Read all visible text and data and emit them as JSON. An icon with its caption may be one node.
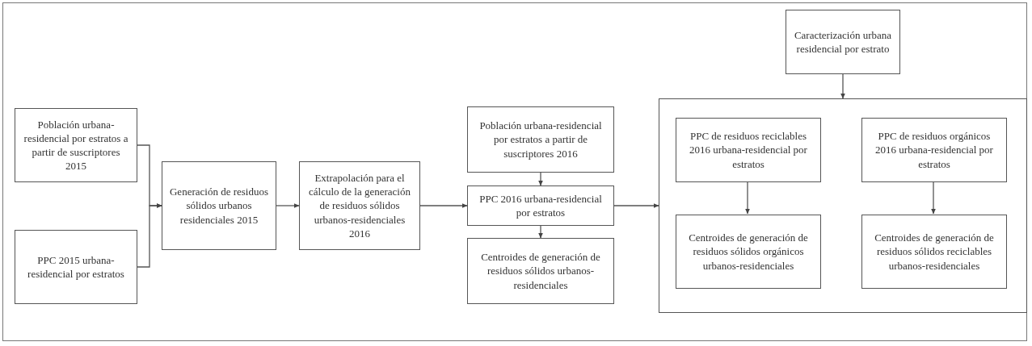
{
  "diagram": {
    "nodes": [
      {
        "text": [
          "Población urbana-residencial por estratos a partir de suscriptores 2015"
        ]
      },
      {
        "text": [
          "PPC 2015 urbana-residencial por estratos"
        ]
      },
      {
        "text": [
          "Generación de residuos sólidos urbanos residenciales 2015"
        ]
      },
      {
        "text": [
          "Extrapolación para el cálculo de la generación de residuos sólidos urbanos-residenciales 2016"
        ]
      },
      {
        "text": [
          "Población urbana-residencial por estratos a partir de suscriptores 2016"
        ]
      },
      {
        "text": [
          "PPC 2016 urbana-residencial por estratos"
        ]
      },
      {
        "text": [
          "Centroides de generación de residuos sólidos urbanos-residenciales"
        ]
      },
      {
        "text": [
          "Caracterización urbana residencial por estrato"
        ]
      },
      {
        "text": [],
        "shape": "box"
      },
      {
        "text": [
          "PPC de residuos reciclables 2016 urbana-residencial por estratos"
        ],
        "in": 8
      },
      {
        "text": [
          "Centroides de generación de residuos sólidos orgánicos urbanos-residenciales"
        ],
        "in": 8
      },
      {
        "text": [
          "PPC de residuos orgánicos 2016 urbana-residencial por estratos"
        ],
        "in": 8
      },
      {
        "text": [
          "Centroides de generación de residuos sólidos reciclables urbanos-residenciales"
        ],
        "in": 8
      }
    ],
    "edges": [
      {
        "from": 0,
        "to": 2,
        "arrow": "to"
      },
      {
        "from": 1,
        "to": 2,
        "arrow": "to"
      },
      {
        "from": 2,
        "to": 3,
        "arrow": "to"
      },
      {
        "from": 3,
        "to": 5,
        "arrow": "to"
      },
      {
        "from": 4,
        "to": 5,
        "arrow": "to"
      },
      {
        "from": 5,
        "to": 6,
        "arrow": "to"
      },
      {
        "from": 5,
        "to": 8,
        "arrow": "to"
      },
      {
        "from": 7,
        "to": 8,
        "arrow": "to"
      },
      {
        "from": 9,
        "to": 10,
        "arrow": "to"
      },
      {
        "from": 11,
        "to": 12,
        "arrow": "to"
      }
    ]
  }
}
